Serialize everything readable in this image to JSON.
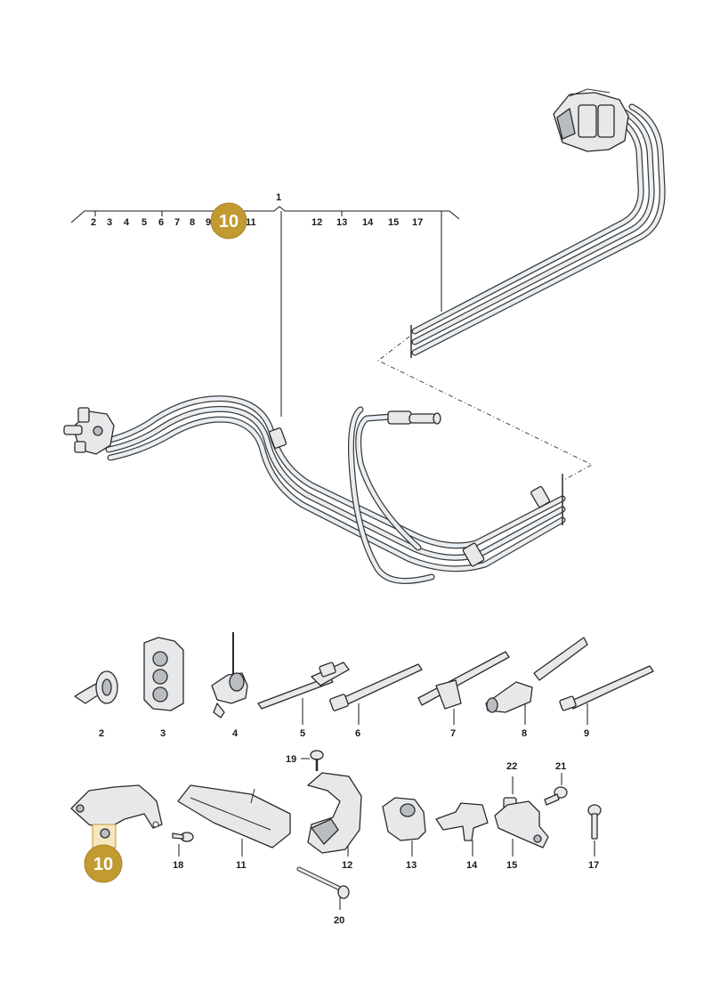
{
  "assembly": {
    "main_label": "1",
    "sub_labels": [
      "2",
      "3",
      "4",
      "5",
      "6",
      "7",
      "8",
      "9",
      "11",
      "12",
      "13",
      "14",
      "15",
      "17"
    ]
  },
  "highlight": {
    "number": "10",
    "color": "#c29a32"
  },
  "parts": {
    "p2": "2",
    "p3": "3",
    "p4": "4",
    "p5": "5",
    "p6": "6",
    "p7": "7",
    "p8": "8",
    "p9": "9",
    "p10": "10",
    "p11": "11",
    "p12": "12",
    "p13": "13",
    "p14": "14",
    "p15": "15",
    "p17": "17",
    "p18": "18",
    "p19": "19",
    "p20": "20",
    "p21": "21",
    "p22": "22"
  }
}
